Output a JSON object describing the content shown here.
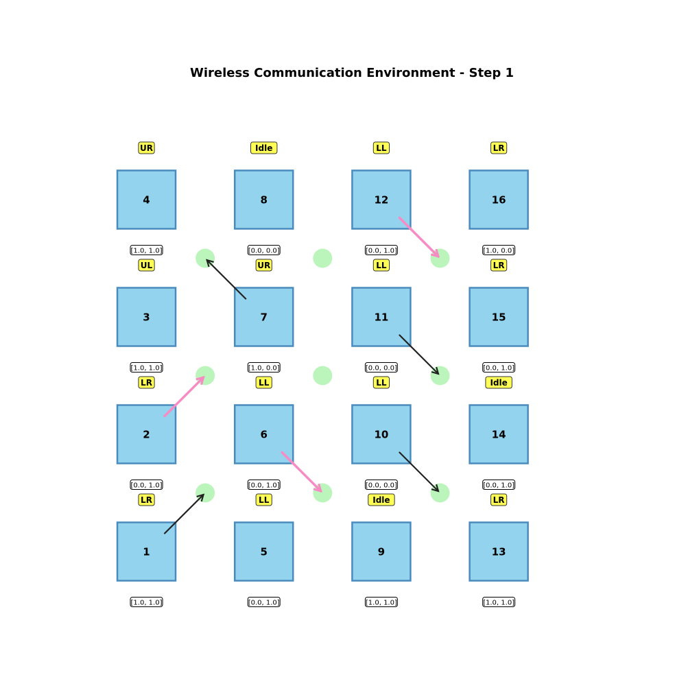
{
  "title": "Wireless Communication Environment - Step 1",
  "colors": {
    "node_fill": "#94d3ee",
    "node_stroke": "#4a8bbd",
    "action_fill": "#ffff55",
    "access_point": "#90ee90",
    "link_success": "#222222",
    "link_collision": "#f78bc4"
  },
  "grid": {
    "rows": 4,
    "cols": 4
  },
  "nodes": [
    {
      "id": "1",
      "row": 3,
      "col": 0,
      "action": "LR",
      "state": "[1.0, 1.0]"
    },
    {
      "id": "2",
      "row": 2,
      "col": 0,
      "action": "LR",
      "state": "[0.0, 1.0]"
    },
    {
      "id": "3",
      "row": 1,
      "col": 0,
      "action": "UL",
      "state": "[1.0, 1.0]"
    },
    {
      "id": "4",
      "row": 0,
      "col": 0,
      "action": "UR",
      "state": "[1.0, 1.0]"
    },
    {
      "id": "5",
      "row": 3,
      "col": 1,
      "action": "LL",
      "state": "[0.0, 1.0]"
    },
    {
      "id": "6",
      "row": 2,
      "col": 1,
      "action": "LL",
      "state": "[0.0, 1.0]"
    },
    {
      "id": "7",
      "row": 1,
      "col": 1,
      "action": "UR",
      "state": "[1.0, 0.0]"
    },
    {
      "id": "8",
      "row": 0,
      "col": 1,
      "action": "Idle",
      "state": "[0.0, 0.0]"
    },
    {
      "id": "9",
      "row": 3,
      "col": 2,
      "action": "Idle",
      "state": "[1.0, 1.0]"
    },
    {
      "id": "10",
      "row": 2,
      "col": 2,
      "action": "LL",
      "state": "[0.0, 0.0]"
    },
    {
      "id": "11",
      "row": 1,
      "col": 2,
      "action": "LL",
      "state": "[0.0, 0.0]"
    },
    {
      "id": "12",
      "row": 0,
      "col": 2,
      "action": "LL",
      "state": "[0.0, 1.0]"
    },
    {
      "id": "13",
      "row": 3,
      "col": 3,
      "action": "LR",
      "state": "[1.0, 1.0]"
    },
    {
      "id": "14",
      "row": 2,
      "col": 3,
      "action": "Idle",
      "state": "[0.0, 1.0]"
    },
    {
      "id": "15",
      "row": 1,
      "col": 3,
      "action": "LR",
      "state": "[0.0, 1.0]"
    },
    {
      "id": "16",
      "row": 0,
      "col": 3,
      "action": "LR",
      "state": "[1.0, 0.0]"
    }
  ],
  "access_points": [
    {
      "row": 0,
      "col": 0
    },
    {
      "row": 0,
      "col": 1
    },
    {
      "row": 0,
      "col": 2
    },
    {
      "row": 1,
      "col": 0
    },
    {
      "row": 1,
      "col": 1
    },
    {
      "row": 1,
      "col": 2
    },
    {
      "row": 2,
      "col": 0
    },
    {
      "row": 2,
      "col": 1
    },
    {
      "row": 2,
      "col": 2
    }
  ],
  "links": [
    {
      "from": "7",
      "ap_row": 0,
      "ap_col": 0,
      "status": "success"
    },
    {
      "from": "12",
      "ap_row": 0,
      "ap_col": 2,
      "status": "collision"
    },
    {
      "from": "11",
      "ap_row": 1,
      "ap_col": 2,
      "status": "success"
    },
    {
      "from": "2",
      "ap_row": 1,
      "ap_col": 0,
      "status": "collision"
    },
    {
      "from": "10",
      "ap_row": 2,
      "ap_col": 2,
      "status": "success"
    },
    {
      "from": "6",
      "ap_row": 2,
      "ap_col": 1,
      "status": "collision"
    },
    {
      "from": "1",
      "ap_row": 2,
      "ap_col": 0,
      "status": "success"
    }
  ]
}
